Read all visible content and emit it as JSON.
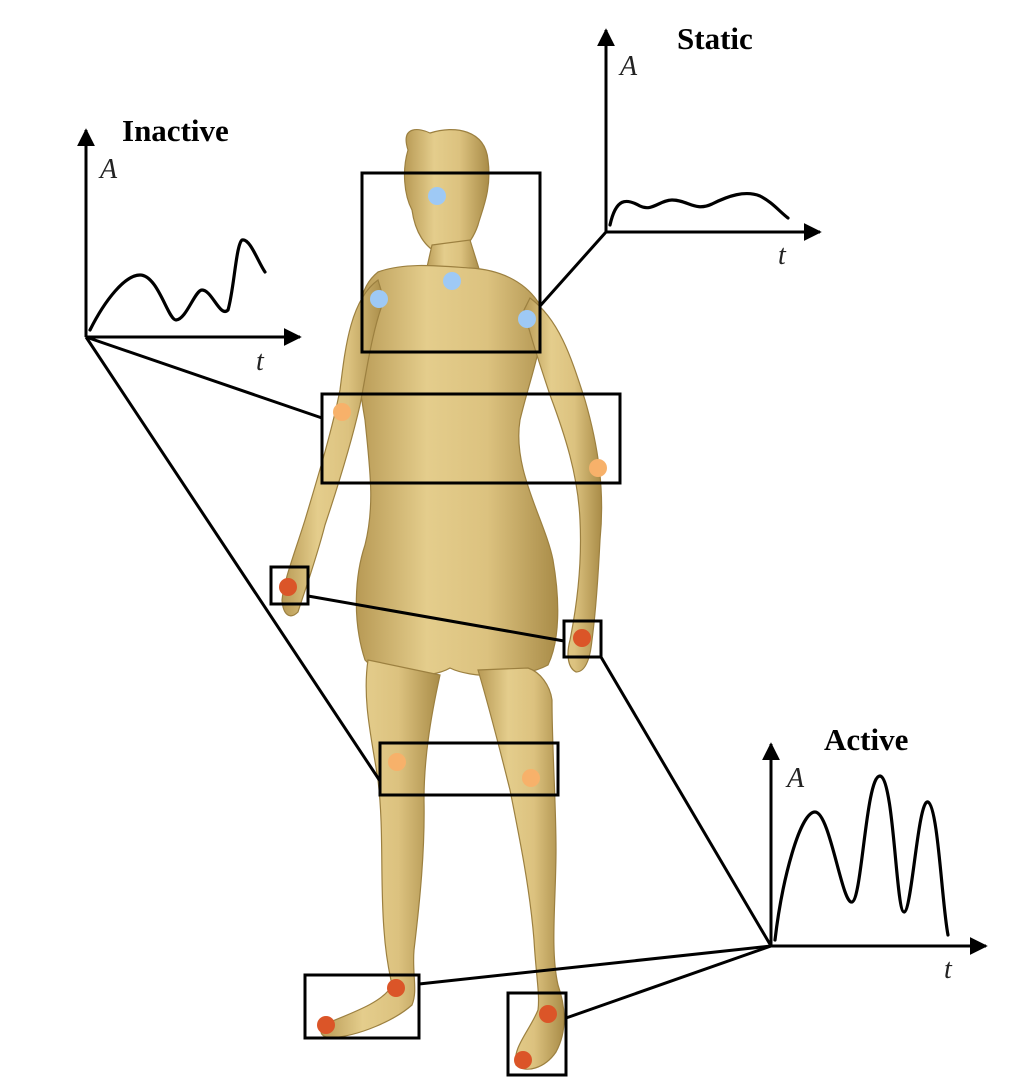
{
  "graphs": {
    "inactive": {
      "title": "Inactive",
      "y_axis": "A",
      "x_axis": "t"
    },
    "static": {
      "title": "Static",
      "y_axis": "A",
      "x_axis": "t"
    },
    "active": {
      "title": "Active",
      "y_axis": "A",
      "x_axis": "t"
    }
  },
  "marker_colors": {
    "static": "#9ec9f5",
    "inactive": "#f7b16a",
    "active": "#db5528"
  },
  "figure_color": "#d8bf7a",
  "regions": [
    {
      "name": "head-shoulders",
      "group": "static"
    },
    {
      "name": "upper-arms",
      "group": "inactive"
    },
    {
      "name": "left-wrist",
      "group": "active"
    },
    {
      "name": "right-wrist",
      "group": "active"
    },
    {
      "name": "knees",
      "group": "inactive"
    },
    {
      "name": "left-foot",
      "group": "active"
    },
    {
      "name": "right-foot",
      "group": "active"
    }
  ]
}
